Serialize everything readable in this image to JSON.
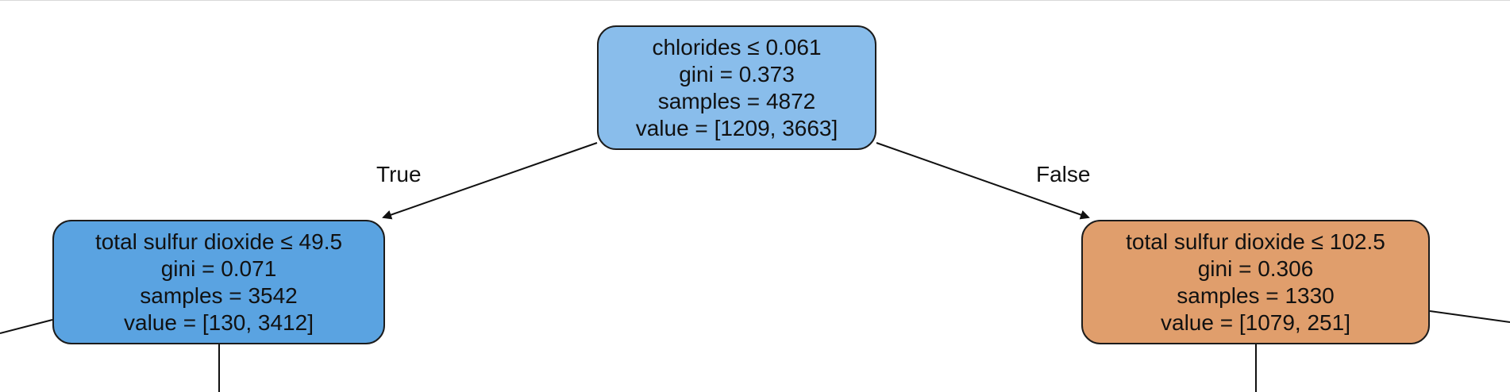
{
  "nodes": {
    "root": {
      "condition": "chlorides ≤ 0.061",
      "gini": "gini = 0.373",
      "samples": "samples = 4872",
      "value": "value = [1209, 3663]"
    },
    "left": {
      "condition": "total sulfur dioxide ≤ 49.5",
      "gini": "gini = 0.071",
      "samples": "samples = 3542",
      "value": "value = [130, 3412]"
    },
    "right": {
      "condition": "total sulfur dioxide ≤ 102.5",
      "gini": "gini = 0.306",
      "samples": "samples = 1330",
      "value": "value = [1079, 251]"
    }
  },
  "edges": {
    "true_label": "True",
    "false_label": "False"
  },
  "colors": {
    "root_fill": "#89bdeb",
    "left_fill": "#5aa3e1",
    "right_fill": "#e09e6c",
    "border": "#1c1c1c"
  }
}
